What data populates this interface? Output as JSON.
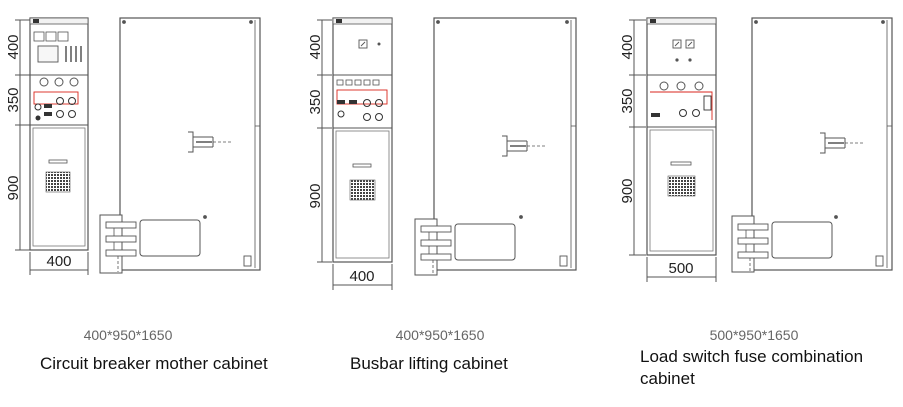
{
  "colors": {
    "line": "#555555",
    "red": "#d9261c",
    "fill": "#f2f2f2",
    "dark": "#333333"
  },
  "cabinets": [
    {
      "dims": {
        "front_top": "400",
        "front_mid": "350",
        "front_bottom": "900",
        "width": "400"
      },
      "size": "400*950*1650",
      "name": "Circuit breaker mother cabinet"
    },
    {
      "dims": {
        "front_top": "400",
        "front_mid": "350",
        "front_bottom": "900",
        "width": "400"
      },
      "size": "400*950*1650",
      "name": "Busbar lifting cabinet"
    },
    {
      "dims": {
        "front_top": "400",
        "front_mid": "350",
        "front_bottom": "900",
        "width": "500"
      },
      "size": "500*950*1650",
      "name": "Load switch fuse combination cabinet"
    }
  ]
}
